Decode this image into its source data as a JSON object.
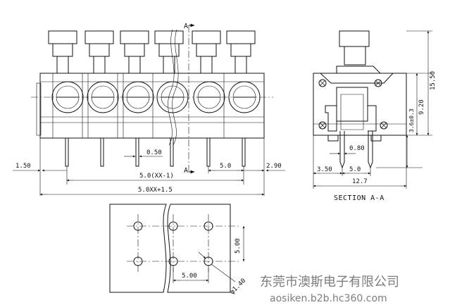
{
  "front_view": {
    "section_marker": "A",
    "dims": {
      "edge_offset": "1.50",
      "pin_width": "0.50",
      "pitch_total": "5.0(XX-1)",
      "overall_length": "5.0XX+1.5",
      "pitch": "5.0",
      "right_offset": "2.90"
    }
  },
  "side_view": {
    "title": "SECTION A-A",
    "dims": {
      "height": "15.50",
      "body_height": "9.20",
      "pin_length": "3.6±0.3",
      "pin_width": "0.80",
      "front_offset": "3.50",
      "pin_pitch": "5.0",
      "depth": "12.7"
    }
  },
  "pcb_layout": {
    "dims": {
      "row_pitch": "5.00",
      "column_pitch": "5.00",
      "hole_diameter": "φ1.40"
    }
  },
  "watermark": {
    "company": "东莞市澳斯电子有限公司",
    "url": "aosiken.b2b.hc360.com"
  }
}
